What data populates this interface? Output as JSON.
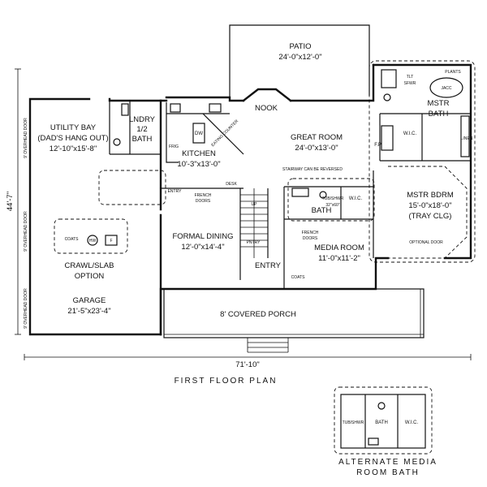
{
  "rooms": {
    "patio": {
      "name": "PATIO",
      "size": "24'-0\"x12'-0\""
    },
    "nook": {
      "name": "NOOK"
    },
    "great_room": {
      "name": "GREAT ROOM",
      "size": "24'-0\"x13'-0\""
    },
    "utility_bay": {
      "name": "UTILITY BAY",
      "note": "(DAD'S HANG OUT)",
      "size": "12'-10\"x15'-8\""
    },
    "laundry": {
      "name": "LNDRY"
    },
    "half_bath": {
      "name": "1/2",
      "name2": "BATH"
    },
    "kitchen": {
      "name": "KITCHEN",
      "size": "10'-3\"x13'-0\""
    },
    "formal_dining": {
      "name": "FORMAL DINING",
      "size": "12'-0\"x14'-4\""
    },
    "media_room": {
      "name": "MEDIA ROOM",
      "size": "11'-0\"x11'-2\""
    },
    "mstr_bath": {
      "name": "MSTR",
      "name2": "BATH"
    },
    "mstr_bdrm": {
      "name": "MSTR BDRM",
      "size": "15'-0\"x18'-0\"",
      "note": "(TRAY CLG)"
    },
    "garage": {
      "name": "GARAGE",
      "size": "21'-5\"x23'-4\""
    },
    "crawl": {
      "name": "CRAWL/SLAB",
      "name2": "OPTION"
    },
    "porch": {
      "name": "8' COVERED PORCH"
    },
    "bath": {
      "name": "BATH"
    },
    "entry": {
      "name": "ENTRY"
    }
  },
  "fixtures": {
    "wic": "W.I.C.",
    "fp": "F.P.",
    "dw": "DW",
    "frig": "FRIG",
    "desk": "DESK",
    "pantry": "PNTRY",
    "coats": "COATS",
    "uppers": "UP",
    "tlt": "TLT",
    "sfwr": "SFWR",
    "jacc": "JACC",
    "hw": "HW",
    "f": "F",
    "plants": "PLANTS",
    "linen": "LINEN",
    "tub_shower": "TUB/SHWR",
    "size32": "32\"x60\"",
    "entry_label": "ENTRY"
  },
  "notes": {
    "stairway": "STAIRWAY CAN BE REVERSED",
    "french_doors": "FRENCH",
    "doors": "DOORS",
    "optional_door": "OPTIONAL DOOR",
    "overhead_door": "9' OVERHEAD DOOR",
    "eating_counter": "EATING COUNTER"
  },
  "dimensions": {
    "width": "71'-10\"",
    "depth": "44'-7\""
  },
  "titles": {
    "first_floor": "FIRST FLOOR PLAN",
    "alt_line1": "ALTERNATE MEDIA",
    "alt_line2": "ROOM BATH"
  },
  "alternate": {
    "bath": "BATH",
    "wic": "W.I.C.",
    "tub": "TUB/SHWR"
  }
}
